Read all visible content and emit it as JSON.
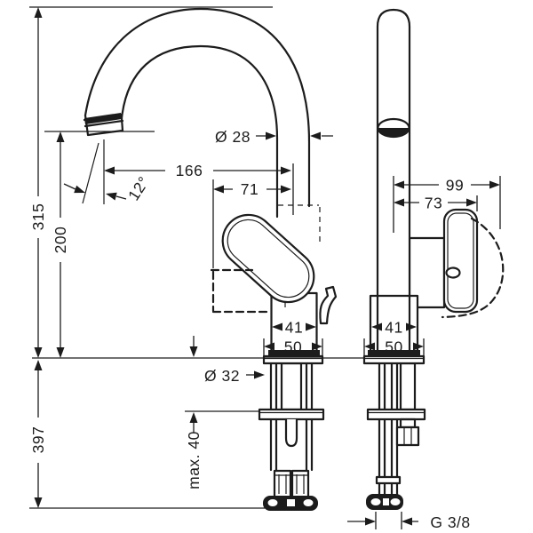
{
  "drawing": {
    "type": "technical dimension drawing",
    "subject": "single-lever basin mixer with swivel spout, two orthographic views",
    "line_color": "#1c1c1c",
    "background_color": "#ffffff"
  },
  "views": {
    "side": {
      "name": "side view",
      "labels": {
        "height_total": "315",
        "spout_height": "200",
        "below_counter_depth": "397",
        "spout_reach": "166",
        "handle_reach": "71",
        "spout_diameter": "Ø 28",
        "stream_angle": "12°",
        "hole_diameter": "Ø 32",
        "max_counter_thickness": "max. 40",
        "body_width": "41",
        "base_width": "50"
      }
    },
    "front": {
      "name": "front view",
      "labels": {
        "handle_extent": "99",
        "handle_depth": "73",
        "body_width": "41",
        "base_width": "50",
        "connection_thread": "G 3/8"
      }
    }
  }
}
